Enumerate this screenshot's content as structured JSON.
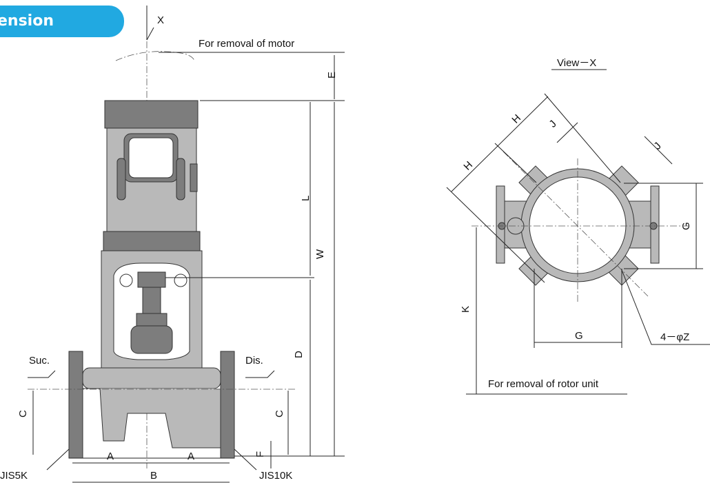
{
  "header": {
    "title": "ension"
  },
  "side_view": {
    "view_marker": "X",
    "motor_note": "For removal of motor",
    "suction": "Suc.",
    "discharge": "Dis.",
    "flange_left": "JIS5K",
    "flange_right": "JIS10K",
    "dims": {
      "a_left": "A",
      "a_right": "A",
      "b": "B",
      "c_left": "C",
      "c_right": "C",
      "d": "D",
      "e": "E",
      "f": "F",
      "l": "L",
      "w": "W"
    }
  },
  "view_x": {
    "title": "View－X",
    "rotor_note": "For removal of rotor unit",
    "bolt_note": "4－φZ",
    "dims": {
      "h1": "H",
      "h2": "H",
      "j1": "J",
      "j2": "J",
      "g_vertical": "G",
      "g_horizontal": "G",
      "k": "K"
    }
  }
}
